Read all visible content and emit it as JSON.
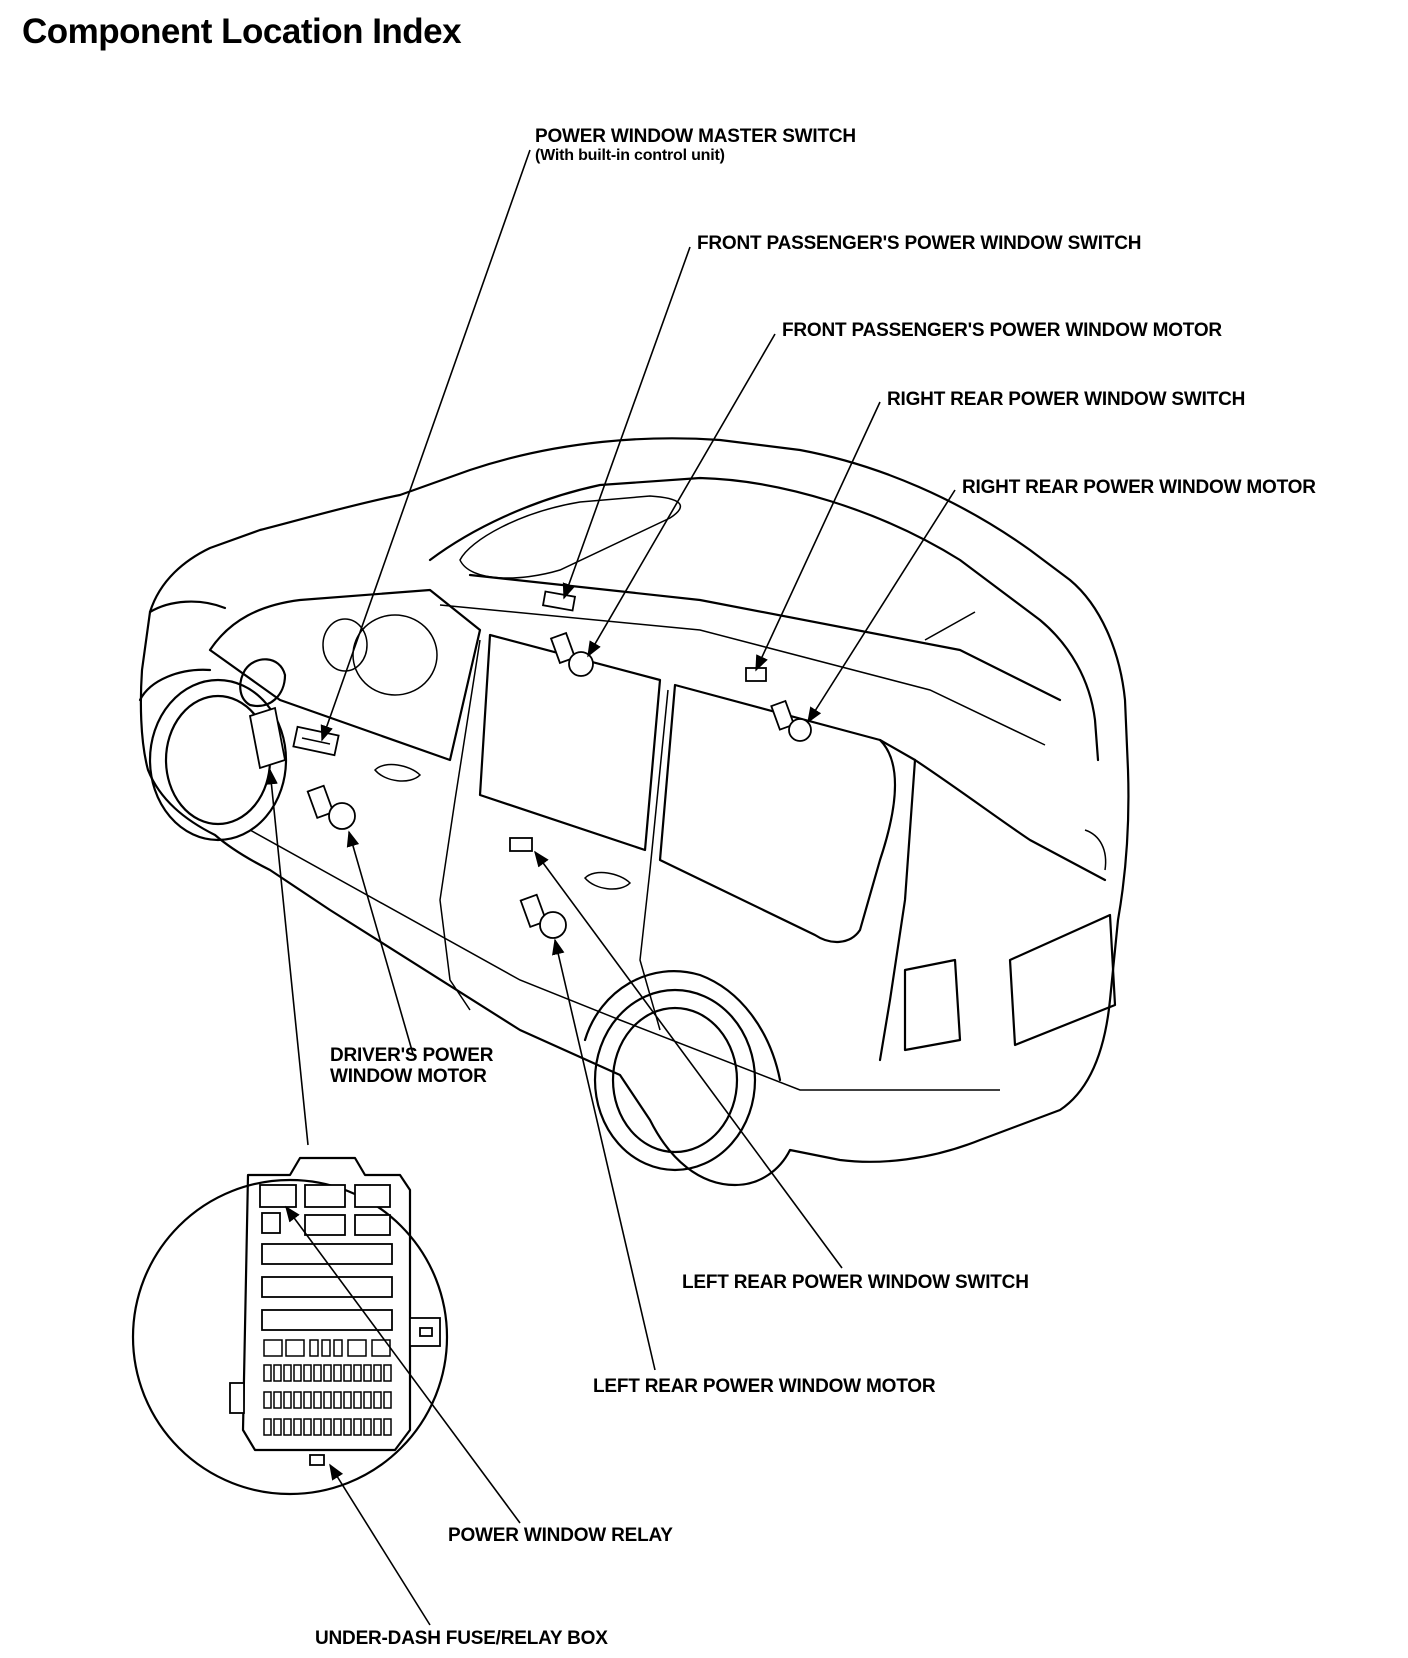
{
  "title": "Component Location Index",
  "labels": {
    "master_switch": "POWER WINDOW MASTER SWITCH",
    "master_switch_note": "(With built-in control unit)",
    "front_pass_switch": "FRONT PASSENGER'S POWER WINDOW SWITCH",
    "front_pass_motor": "FRONT PASSENGER'S POWER WINDOW MOTOR",
    "right_rear_switch": "RIGHT REAR POWER WINDOW SWITCH",
    "right_rear_motor": "RIGHT REAR POWER WINDOW MOTOR",
    "driver_motor_line1": "DRIVER'S POWER",
    "driver_motor_line2": "WINDOW MOTOR",
    "left_rear_switch": "LEFT REAR POWER WINDOW SWITCH",
    "left_rear_motor": "LEFT REAR POWER WINDOW MOTOR",
    "relay": "POWER WINDOW RELAY",
    "fuse_box": "UNDER-DASH FUSE/RELAY BOX"
  }
}
